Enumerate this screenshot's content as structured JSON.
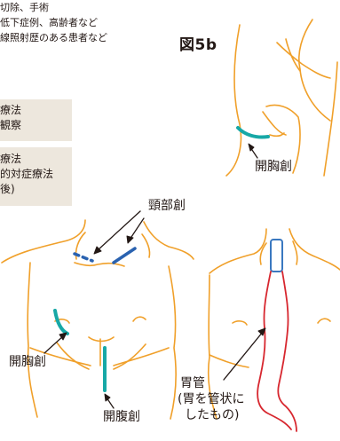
{
  "top_text": {
    "line1": "切除、手術",
    "line2": "低下症例、高齢者など",
    "line3": "線照射歴のある患者など"
  },
  "box1": {
    "line1": "療法",
    "line2": "観察"
  },
  "box2": {
    "line1": "療法",
    "line2": "的対症療法",
    "line3": "後)"
  },
  "figure_title": "図5b",
  "labels": {
    "chest_wound_top": "開胸創",
    "neck_wound": "頸部創",
    "chest_wound_left": "開胸創",
    "abdominal_wound": "開腹創",
    "gastric_tube_line1": "胃管",
    "gastric_tube_line2": "(胃を管状に",
    "gastric_tube_line3": "したもの)"
  },
  "colors": {
    "body_outline": "#f0a02a",
    "wound": "#17a8a6",
    "neck_wound": "#2a62b0",
    "stomach_tube": "#d7272f",
    "esophagus": "#3a78c0",
    "text": "#231815",
    "box_bg": "#ede7dd"
  }
}
